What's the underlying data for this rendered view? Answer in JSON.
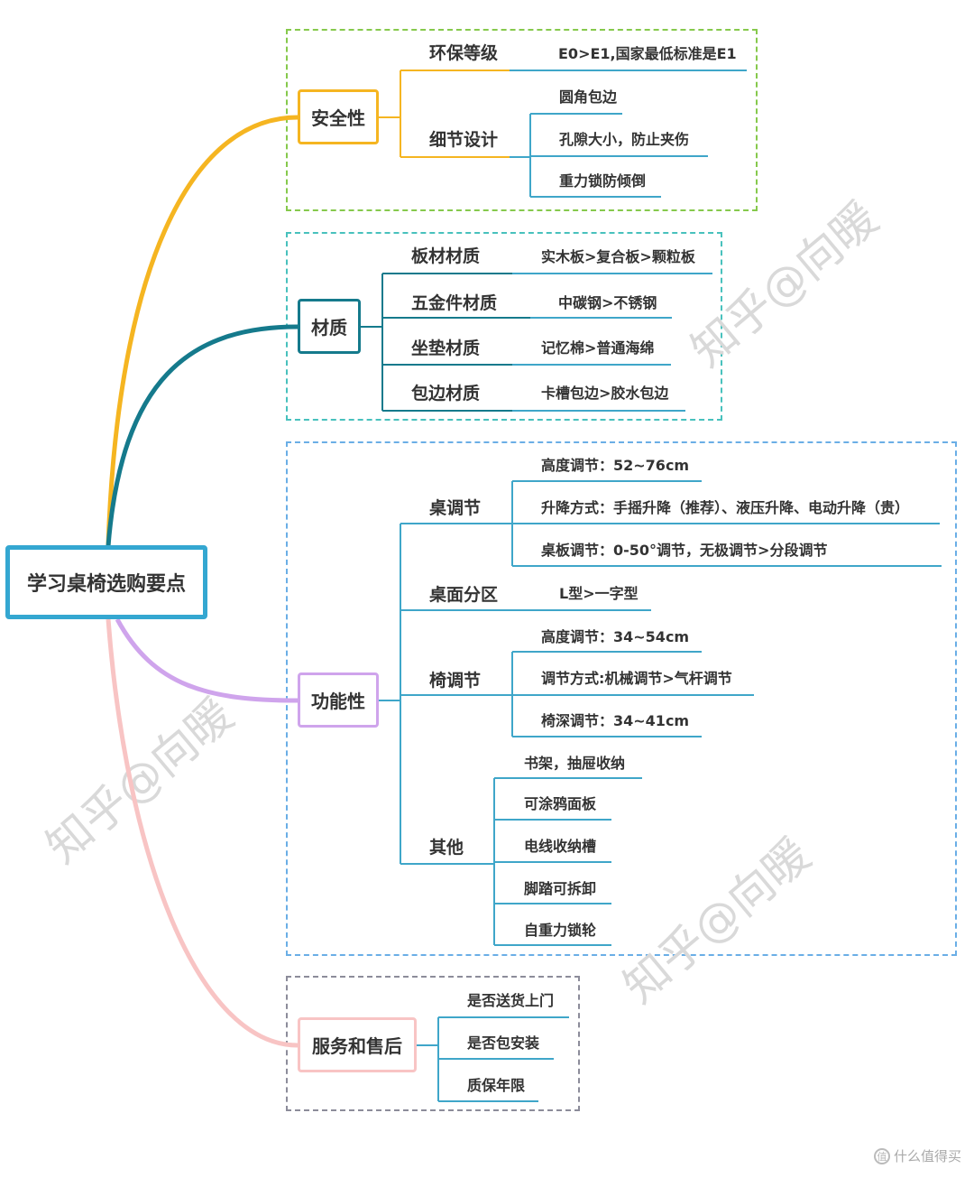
{
  "root": "学习桌椅选购要点",
  "colors": {
    "safety": "#f5b521",
    "material": "#157a8c",
    "function": "#cfa4ec",
    "service": "#f8c4c4",
    "root_border": "#34a7d1",
    "safety_zone": "#86c94c",
    "material_zone": "#48c1bd",
    "function_zone": "#6aaee6",
    "service_zone": "#8c8c9a",
    "leaf_line_blue": "#3fa6c9"
  },
  "branches": {
    "safety": {
      "label": "安全性",
      "items": [
        {
          "label": "环保等级",
          "leaves": [
            "E0>E1,国家最低标准是E1"
          ]
        },
        {
          "label": "细节设计",
          "leaves": [
            "圆角包边",
            "孔隙大小，防止夹伤",
            "重力锁防倾倒"
          ]
        }
      ]
    },
    "material": {
      "label": "材质",
      "items": [
        {
          "label": "板材材质",
          "leaves": [
            "实木板>复合板>颗粒板"
          ]
        },
        {
          "label": "五金件材质",
          "leaves": [
            "中碳钢>不锈钢"
          ]
        },
        {
          "label": "坐垫材质",
          "leaves": [
            "记忆棉>普通海绵"
          ]
        },
        {
          "label": "包边材质",
          "leaves": [
            "卡槽包边>胶水包边"
          ]
        }
      ]
    },
    "function": {
      "label": "功能性",
      "items": [
        {
          "label": "桌调节",
          "leaves": [
            "高度调节：52~76cm",
            "升降方式：手摇升降（推荐）、液压升降、电动升降（贵）",
            "桌板调节：0-50°调节，无极调节>分段调节"
          ]
        },
        {
          "label": "桌面分区",
          "leaves": [
            "L型>一字型"
          ]
        },
        {
          "label": "椅调节",
          "leaves": [
            "高度调节：34~54cm",
            "调节方式:机械调节>气杆调节",
            "椅深调节：34~41cm"
          ]
        },
        {
          "label": "其他",
          "leaves": [
            "书架，抽屉收纳",
            "可涂鸦面板",
            "电线收纳槽",
            "脚踏可拆卸",
            "自重力锁轮"
          ]
        }
      ]
    },
    "service": {
      "label": "服务和售后",
      "leaves": [
        "是否送货上门",
        "是否包安装",
        "质保年限"
      ]
    }
  },
  "watermarks": [
    "知乎@向暖",
    "知乎@向暖",
    "知乎@向暖"
  ],
  "footer": {
    "icon": "值",
    "text": "什么值得买"
  }
}
